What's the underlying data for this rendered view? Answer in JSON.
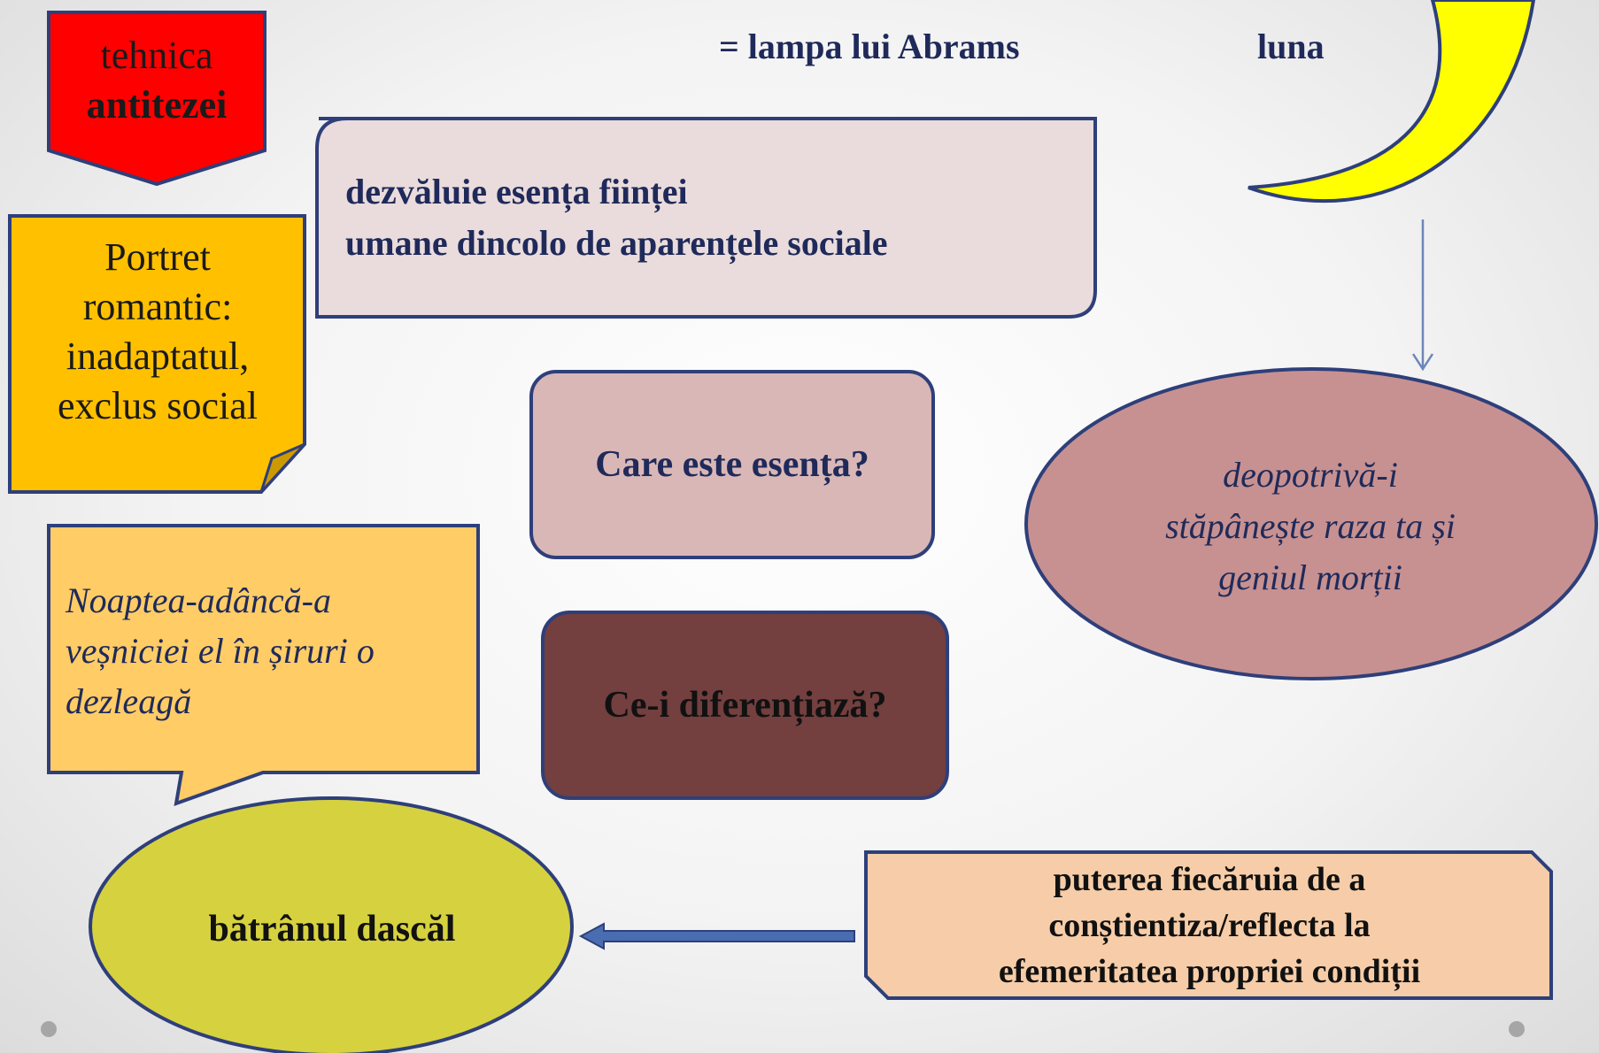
{
  "slide": {
    "tehnica": {
      "line1": "tehnica",
      "line2": "antitezei",
      "fill": "#ff0000"
    },
    "lampa": "= lampa lui Abrams",
    "luna": "luna",
    "esenta_box": {
      "line1": "dezvăluie esența ființei",
      "line2": "umane dincolo de aparențele sociale"
    },
    "portret": {
      "lines": [
        "Portret",
        "romantic:",
        "inadaptatul,",
        "exclus social"
      ],
      "fill": "#ffc000"
    },
    "care_este": "Care este esența?",
    "ce_diferentiaza": "Ce-i diferențiază?",
    "luna_quote": {
      "lines": [
        "deopotrivă-i",
        "stăpânește raza ta și",
        "geniul morții"
      ]
    },
    "noaptea_quote": {
      "lines": [
        "Noaptea-adâncă-a",
        "veșniciei el în șiruri o",
        "dezleagă"
      ]
    },
    "batranul": "bătrânul dascăl",
    "puterea": {
      "lines": [
        "puterea fiecăruia de a",
        "conștientiza/reflecta la",
        "efemeritatea propriei condiții"
      ]
    }
  },
  "colors": {
    "outline": "#2e3f7a",
    "text_navy": "#1f2a5a",
    "moon": "#ffff00",
    "esenta_fill": "#eadcdc",
    "care_fill": "#d9b7b7",
    "ce_fill": "#733f3f",
    "oval_right": "#c79191",
    "noaptea_fill": "#ffcc66",
    "batranul_fill": "#d6d13f",
    "puterea_fill": "#f6cda8"
  }
}
